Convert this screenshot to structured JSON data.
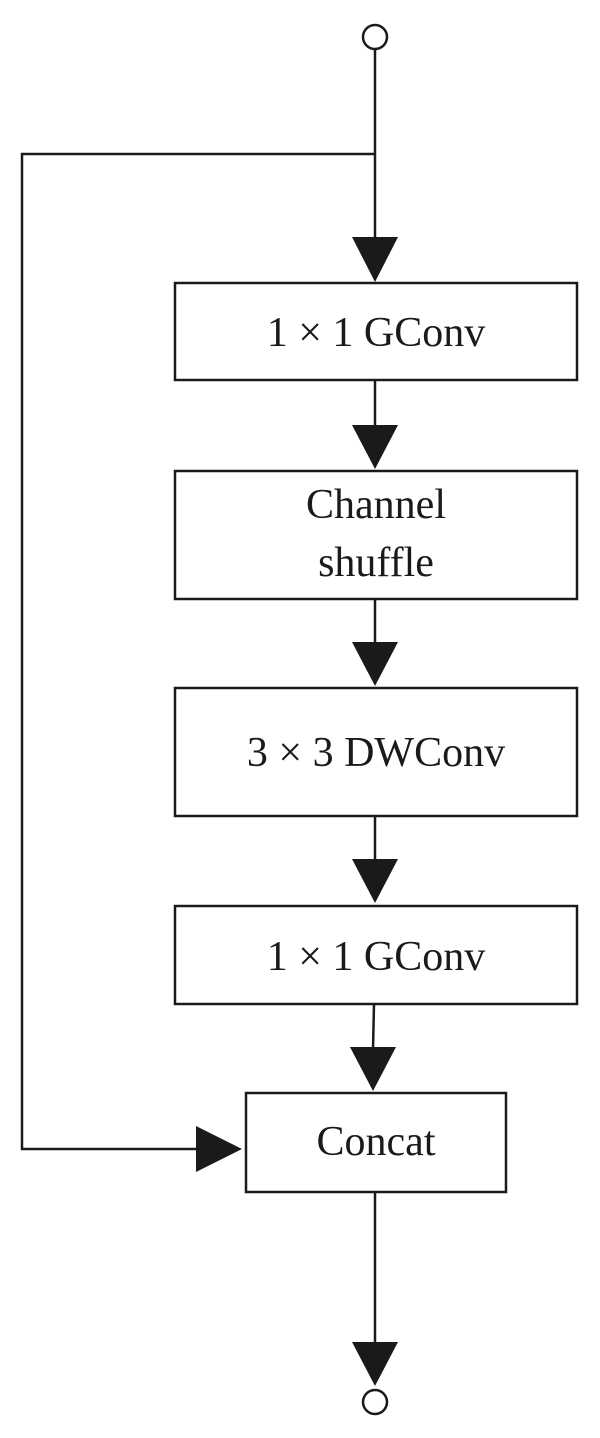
{
  "diagram": {
    "nodes": [
      {
        "id": "gconv-1",
        "label": "1 × 1 GConv"
      },
      {
        "id": "channel-shuffle",
        "label_line1": "Channel",
        "label_line2": "shuffle"
      },
      {
        "id": "dwconv",
        "label": "3 × 3 DWConv"
      },
      {
        "id": "gconv-2",
        "label": "1 × 1 GConv"
      },
      {
        "id": "concat",
        "label": "Concat"
      }
    ],
    "edges": [
      {
        "from": "input",
        "to": "gconv-1"
      },
      {
        "from": "gconv-1",
        "to": "channel-shuffle"
      },
      {
        "from": "channel-shuffle",
        "to": "dwconv"
      },
      {
        "from": "dwconv",
        "to": "gconv-2"
      },
      {
        "from": "gconv-2",
        "to": "concat"
      },
      {
        "from": "input",
        "to": "concat",
        "kind": "shortcut"
      },
      {
        "from": "concat",
        "to": "output"
      }
    ]
  }
}
